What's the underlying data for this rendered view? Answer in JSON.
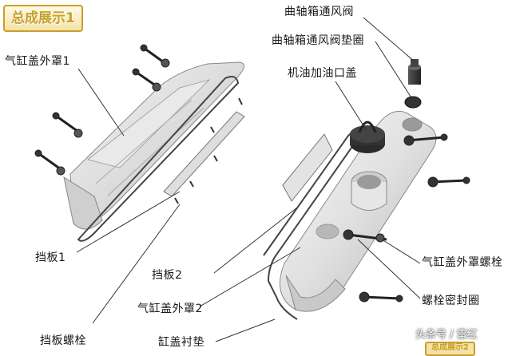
{
  "badge": "总成展示1",
  "labels": {
    "valve": "曲轴箱通风阀",
    "valve_gasket": "曲轴箱通风阀垫圈",
    "oil_cap": "机油加油口盖",
    "cover1": "气缸盖外罩1",
    "baffle1": "挡板1",
    "baffle_bolt": "挡板螺栓",
    "baffle2": "挡板2",
    "cover2": "气缸盖外罩2",
    "cover_gasket": "缸盖衬垫",
    "cover_bolt": "气缸盖外罩螺栓",
    "bolt_seal": "螺栓密封圈"
  },
  "watermark": "头条号 / 雷红",
  "bottom_tag": "总成展示2"
}
